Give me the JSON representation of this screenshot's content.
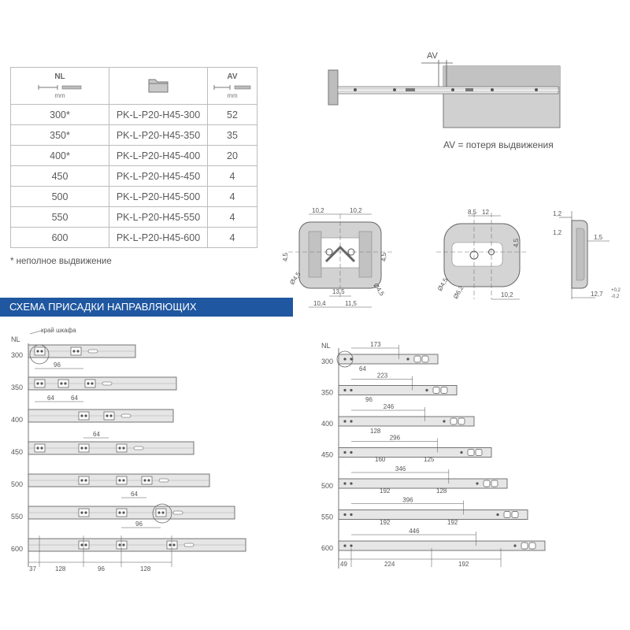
{
  "table": {
    "nl_label": "NL",
    "nl_unit": "mm",
    "av_label": "AV",
    "av_unit": "mm",
    "rows": [
      {
        "nl": "300*",
        "model": "PK-L-P20-H45-300",
        "av": "52"
      },
      {
        "nl": "350*",
        "model": "PK-L-P20-H45-350",
        "av": "35"
      },
      {
        "nl": "400*",
        "model": "PK-L-P20-H45-400",
        "av": "20"
      },
      {
        "nl": "450",
        "model": "PK-L-P20-H45-450",
        "av": "4"
      },
      {
        "nl": "500",
        "model": "PK-L-P20-H45-500",
        "av": "4"
      },
      {
        "nl": "550",
        "model": "PK-L-P20-H45-550",
        "av": "4"
      },
      {
        "nl": "600",
        "model": "PK-L-P20-H45-600",
        "av": "4"
      }
    ]
  },
  "footnote": "* неполное выдвижение",
  "section_title": "СХЕМА ПРИСАДКИ НАПРАВЛЯЮЩИХ",
  "av_diagram": {
    "label": "AV",
    "legend": "AV = потеря выдвижения"
  },
  "detail1": {
    "dims": {
      "top_left": "10,2",
      "top_right": "10,2",
      "left": "4,5",
      "right": "4,5",
      "dia_left": "Ø4,5",
      "dia_right": "Ø4,5",
      "mid": "13,5",
      "bottom_left": "10,4",
      "bottom_right": "11,5"
    }
  },
  "detail2": {
    "dims": {
      "top_a": "8,5",
      "top_b": "12",
      "right": "4,5",
      "dia_left": "Ø4,5",
      "dia_right": "Ø6,2",
      "bottom": "10,2"
    }
  },
  "detail3": {
    "dims": {
      "top": "1,2",
      "mid_left": "1,2",
      "mid_right": "1,5",
      "bottom": "12,7",
      "tol_plus": "+0,2",
      "tol_minus": "-0,2"
    }
  },
  "left_scheme": {
    "nl_label": "NL",
    "edge_label": "край шкафа",
    "rows": [
      "300",
      "350",
      "400",
      "450",
      "500",
      "550",
      "600"
    ],
    "inline_dims": {
      "d96a": "96",
      "d64a": "64",
      "d64b": "64",
      "d64c": "64",
      "d64d": "64",
      "d96b": "96"
    },
    "bottom_dims": [
      "37",
      "128",
      "96",
      "128"
    ]
  },
  "right_scheme": {
    "nl_label": "NL",
    "rows": [
      "300",
      "350",
      "400",
      "450",
      "500",
      "550",
      "600"
    ],
    "top_dims": [
      "173",
      "223",
      "246",
      "296",
      "346",
      "396",
      "446"
    ],
    "sub_dims": {
      "r300": "64",
      "r350": "96",
      "r400": "128",
      "r450a": "160",
      "r450b": "125",
      "r500a": "192",
      "r500b": "128",
      "r550a": "192",
      "r550b": "192"
    },
    "bottom_dims": [
      "49",
      "224",
      "192"
    ]
  },
  "colors": {
    "accent": "#1f57a0",
    "line": "#6a6a6a",
    "rail": "#e4e4e4"
  }
}
